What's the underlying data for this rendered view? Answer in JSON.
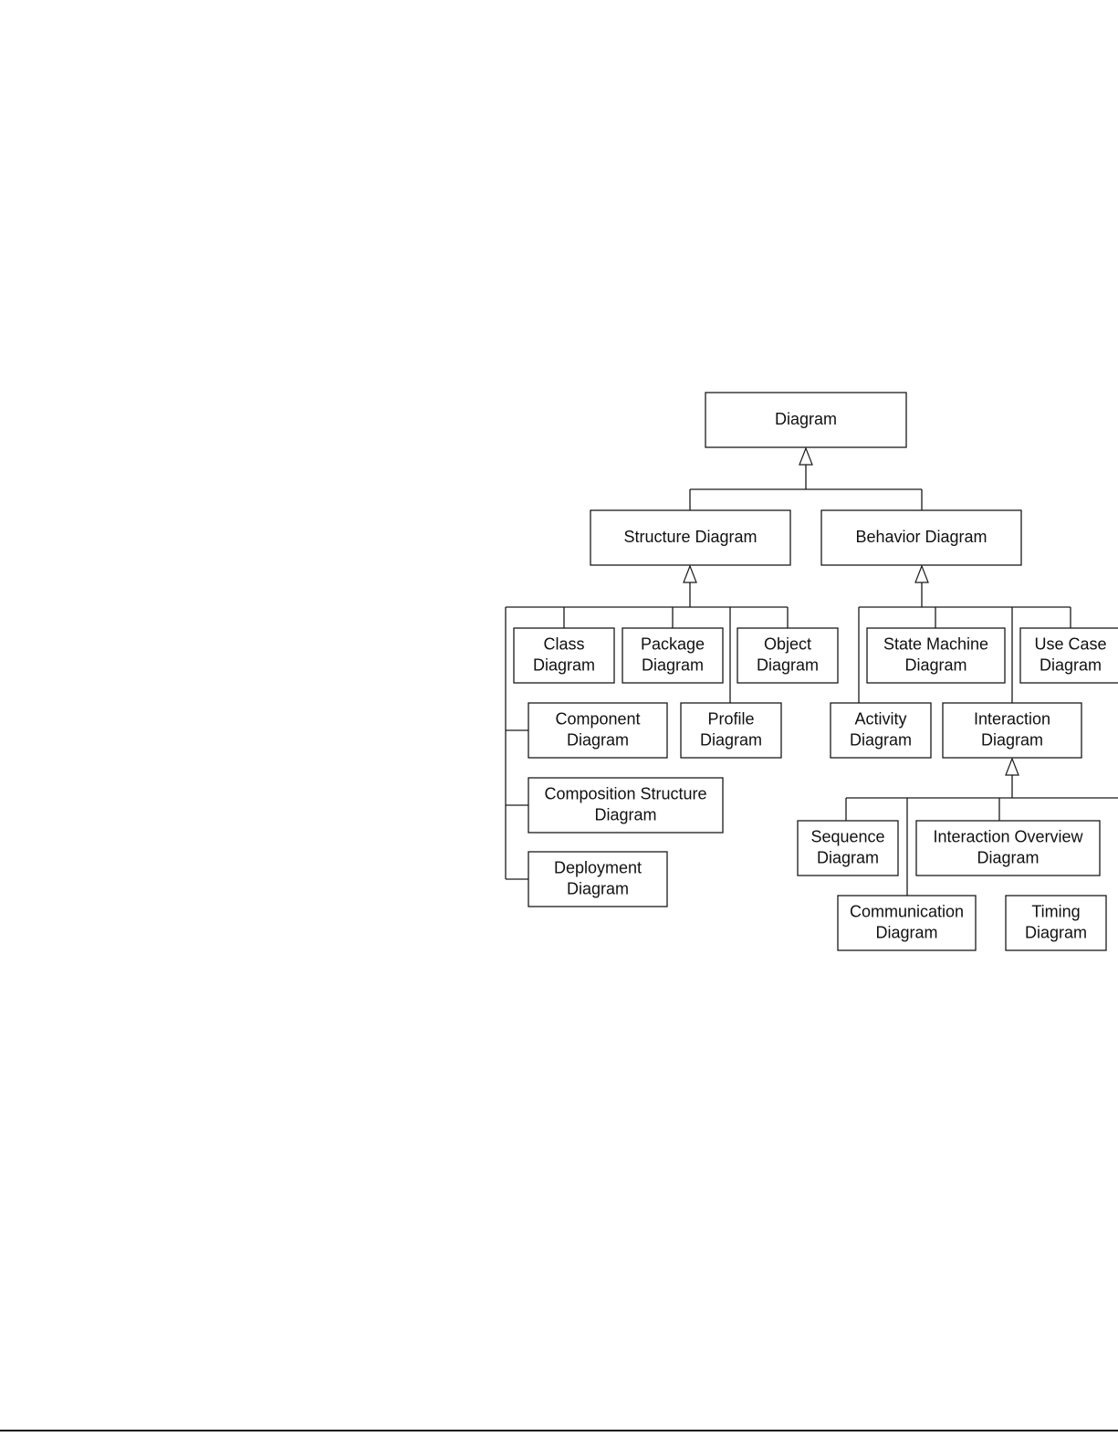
{
  "diagram": {
    "nodes": {
      "diagram": [
        "Diagram"
      ],
      "structure": [
        "Structure Diagram"
      ],
      "behavior": [
        "Behavior Diagram"
      ],
      "class": [
        "Class",
        "Diagram"
      ],
      "package": [
        "Package",
        "Diagram"
      ],
      "object": [
        "Object",
        "Diagram"
      ],
      "component": [
        "Component",
        "Diagram"
      ],
      "profile": [
        "Profile",
        "Diagram"
      ],
      "composition": [
        "Composition Structure",
        "Diagram"
      ],
      "deployment": [
        "Deployment",
        "Diagram"
      ],
      "state_machine": [
        "State Machine",
        "Diagram"
      ],
      "use_case": [
        "Use Case",
        "Diagram"
      ],
      "activity": [
        "Activity",
        "Diagram"
      ],
      "interaction": [
        "Interaction",
        "Diagram"
      ],
      "sequence": [
        "Sequence",
        "Diagram"
      ],
      "interaction_overview": [
        "Interaction Overview",
        "Diagram"
      ],
      "communication": [
        "Communication",
        "Diagram"
      ],
      "timing": [
        "Timing",
        "Diagram"
      ]
    },
    "edges": [
      {
        "from": "structure",
        "to": "diagram"
      },
      {
        "from": "behavior",
        "to": "diagram"
      },
      {
        "from": "class",
        "to": "structure"
      },
      {
        "from": "package",
        "to": "structure"
      },
      {
        "from": "object",
        "to": "structure"
      },
      {
        "from": "component",
        "to": "structure"
      },
      {
        "from": "profile",
        "to": "structure"
      },
      {
        "from": "composition",
        "to": "structure"
      },
      {
        "from": "deployment",
        "to": "structure"
      },
      {
        "from": "state_machine",
        "to": "behavior"
      },
      {
        "from": "use_case",
        "to": "behavior"
      },
      {
        "from": "activity",
        "to": "behavior"
      },
      {
        "from": "interaction",
        "to": "behavior"
      },
      {
        "from": "sequence",
        "to": "interaction"
      },
      {
        "from": "interaction_overview",
        "to": "interaction"
      },
      {
        "from": "communication",
        "to": "interaction"
      },
      {
        "from": "timing",
        "to": "interaction"
      }
    ]
  }
}
